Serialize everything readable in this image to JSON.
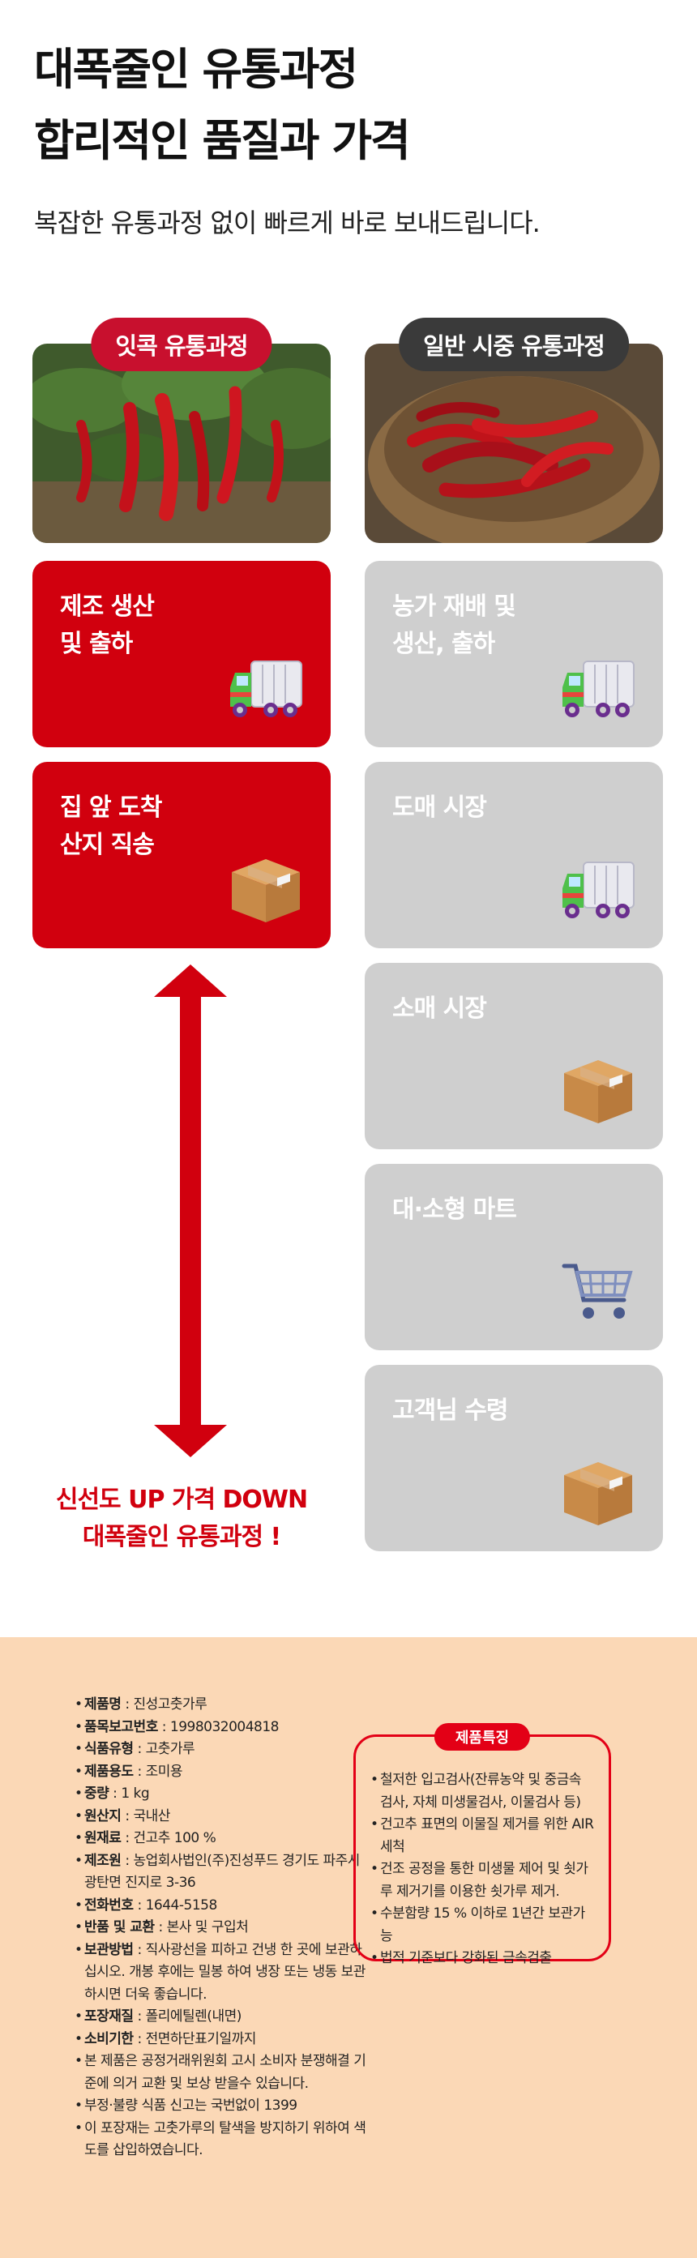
{
  "header": {
    "title_line1": "대폭줄인 유통과정",
    "title_line2": "합리적인 품질과 가격",
    "subtitle": "복잡한 유통과정 없이 빠르게 바로 보내드립니다."
  },
  "left_column": {
    "pill": "잇콕 유통과정",
    "photo_icon": "red-peppers-on-plant-photo",
    "cards": [
      {
        "label": "제조 생산\n및 출하",
        "icon": "truck-icon"
      },
      {
        "label": "집 앞 도착\n산지 직송",
        "icon": "box-icon"
      }
    ],
    "tagline_line1": "신선도 UP 가격 DOWN",
    "tagline_line2": "대폭줄인 유통과정 !"
  },
  "right_column": {
    "pill": "일반 시중 유통과정",
    "photo_icon": "red-peppers-in-basket-photo",
    "cards": [
      {
        "label": "농가 재배 및\n생산, 출하",
        "icon": "truck-icon"
      },
      {
        "label": "도매 시장",
        "icon": "truck-icon"
      },
      {
        "label": "소매 시장",
        "icon": "box-icon"
      },
      {
        "label": "대·소형 마트",
        "icon": "shopping-cart-icon"
      },
      {
        "label": "고객님 수령",
        "icon": "box-icon"
      }
    ]
  },
  "colors": {
    "accent_red": "#d1000e",
    "grey_card": "#cfcfcf",
    "info_background": "#fbd8b6"
  },
  "product_info": [
    {
      "key": "제품명",
      "value": "진성고춧가루"
    },
    {
      "key": "품목보고번호",
      "value": "1998032004818"
    },
    {
      "key": "식품유형",
      "value": "고춧가루"
    },
    {
      "key": "제품용도",
      "value": "조미용"
    },
    {
      "key": "중량",
      "value": "1 kg"
    },
    {
      "key": "원산지",
      "value": "국내산"
    },
    {
      "key": "원재료",
      "value": "건고추 100 %"
    },
    {
      "key": "제조원",
      "value": "농업회사법인(주)진성푸드 경기도 파주시 광탄면 진지로 3-36"
    },
    {
      "key": "전화번호",
      "value": "1644-5158"
    },
    {
      "key": "반품 및 교환",
      "value": "본사 및 구입처"
    },
    {
      "key": "보관방법",
      "value": "직사광선을 피하고 건냉 한 곳에 보관하십시오. 개봉 후에는 밀봉 하여 냉장 또는 냉동 보관하시면 더욱 좋습니다."
    },
    {
      "key": "포장재질",
      "value": "폴리에틸렌(내면)"
    },
    {
      "key": "소비기한",
      "value": "전면하단표기일까지"
    },
    {
      "key": "",
      "value": "본 제품은 공정거래위원회 고시 소비자 분쟁해결 기준에 의거 교환 및 보상 받을수 있습니다."
    },
    {
      "key": "",
      "value": "부정·불량 식품 신고는 국번없이 1399"
    },
    {
      "key": "",
      "value": "이 포장재는 고춧가루의 탈색을 방지하기 위하여 색도를 삽입하였습니다."
    }
  ],
  "features": {
    "title": "제품특징",
    "items": [
      "철저한 입고검사(잔류농약 및 중금속 검사, 자체 미생물검사, 이물검사 등)",
      "건고추 표면의 이물질 제거를 위한 AIR 세척",
      "건조 공정을 통한 미생물 제어 및 쇳가루 제거기를 이용한 쇳가루 제거.",
      "수분함량 15 % 이하로 1년간 보관가능",
      "법적 기준보다 강화된 금속검출"
    ]
  }
}
